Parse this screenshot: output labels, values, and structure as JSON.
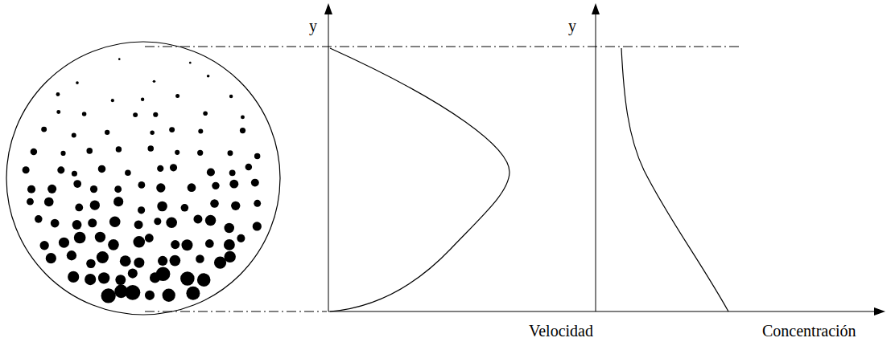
{
  "diagram": {
    "labels": [
      "y",
      "y",
      "Velocidad",
      "Concentración"
    ]
  }
}
